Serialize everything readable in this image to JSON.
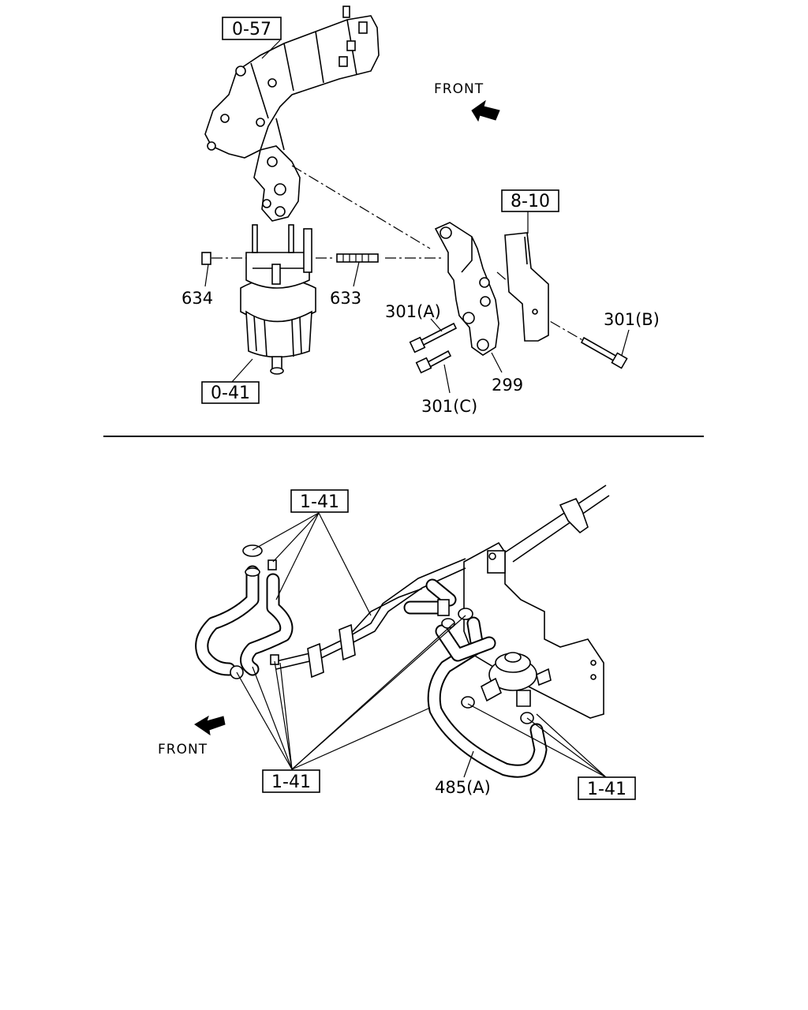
{
  "diagram_top": {
    "front_label": "FRONT",
    "labels": {
      "l_057": "0-57",
      "l_810": "8-10",
      "l_634": "634",
      "l_633": "633",
      "l_301a": "301(A)",
      "l_301b": "301(B)",
      "l_301c": "301(C)",
      "l_299": "299",
      "l_041": "0-41"
    }
  },
  "diagram_bottom": {
    "front_label": "FRONT",
    "labels": {
      "l_141_top": "1-41",
      "l_141_bottom_left": "1-41",
      "l_141_bottom_right": "1-41",
      "l_485a": "485(A)"
    }
  }
}
